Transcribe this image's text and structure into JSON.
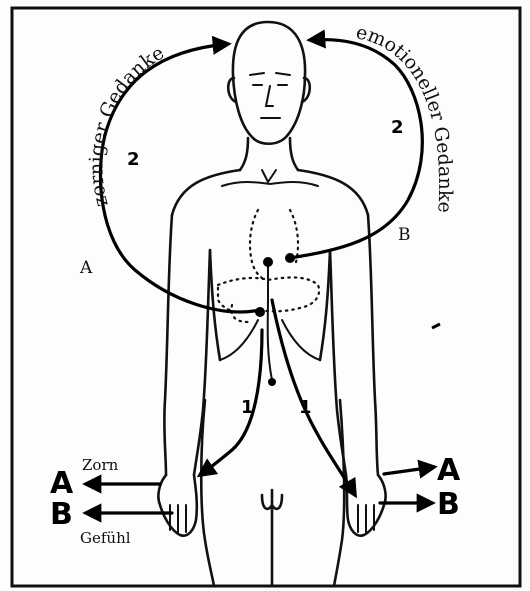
{
  "labels": {
    "left_arc": "zorniger Gedanke",
    "right_arc": "emotioneller Gedanke",
    "point_a": "A",
    "point_b": "B",
    "num_left_arc": "2",
    "num_right_arc": "2",
    "num_left_path": "1",
    "num_right_path": "1",
    "zorn": "Zorn",
    "gefuehl": "Gefühl",
    "left_a": "A",
    "left_b": "B",
    "right_a": "A",
    "right_b": "B"
  }
}
